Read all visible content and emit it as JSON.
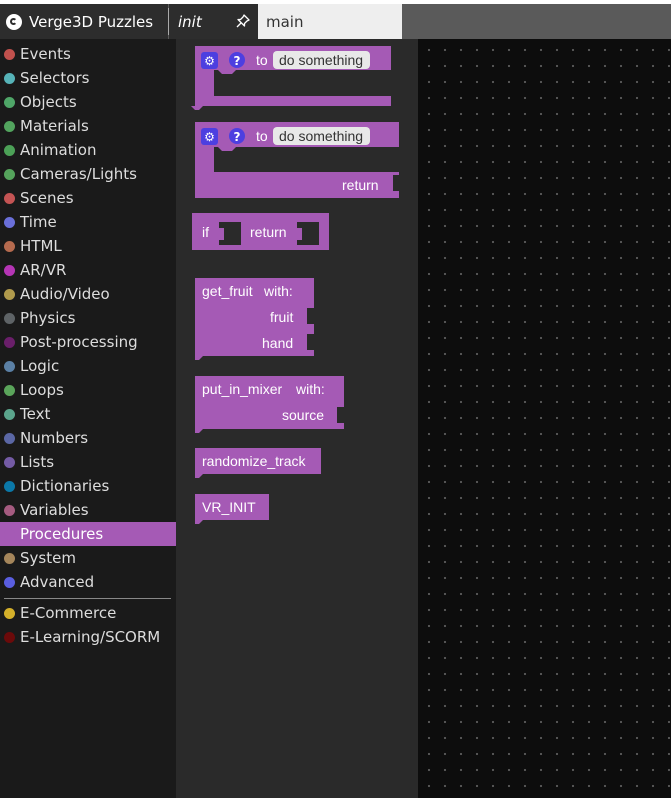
{
  "app": {
    "title": "Verge3D Puzzles"
  },
  "tabs": [
    {
      "label": "init"
    },
    {
      "label": "main"
    }
  ],
  "categories": [
    {
      "label": "Events",
      "color": "#c1514d"
    },
    {
      "label": "Selectors",
      "color": "#56b3b8"
    },
    {
      "label": "Objects",
      "color": "#4fa668"
    },
    {
      "label": "Materials",
      "color": "#52a45e"
    },
    {
      "label": "Animation",
      "color": "#4ca157"
    },
    {
      "label": "Cameras/Lights",
      "color": "#55a45c"
    },
    {
      "label": "Scenes",
      "color": "#c45454"
    },
    {
      "label": "Time",
      "color": "#6a6fd9"
    },
    {
      "label": "HTML",
      "color": "#b56a4e"
    },
    {
      "label": "AR/VR",
      "color": "#b535b5"
    },
    {
      "label": "Audio/Video",
      "color": "#b09a4c"
    },
    {
      "label": "Physics",
      "color": "#5e6366"
    },
    {
      "label": "Post-processing",
      "color": "#6a1f6a"
    },
    {
      "label": "Logic",
      "color": "#5b80a5"
    },
    {
      "label": "Loops",
      "color": "#5ba55b"
    },
    {
      "label": "Text",
      "color": "#5ba58c"
    },
    {
      "label": "Numbers",
      "color": "#5b67a5"
    },
    {
      "label": "Lists",
      "color": "#745ba5"
    },
    {
      "label": "Dictionaries",
      "color": "#0b78a8"
    },
    {
      "label": "Variables",
      "color": "#a55b80"
    },
    {
      "label": "Procedures",
      "color": "#a55ab5",
      "selected": true
    },
    {
      "label": "System",
      "color": "#a5865b"
    },
    {
      "label": "Advanced",
      "color": "#5a5ee0"
    }
  ],
  "extra_categories": [
    {
      "label": "E-Commerce",
      "color": "#d4b02a"
    },
    {
      "label": "E-Learning/SCORM",
      "color": "#6b0a0a"
    }
  ],
  "blocks": {
    "color": "#a55ab5",
    "proc_noreturn": {
      "to_label": "to",
      "name": "do something"
    },
    "proc_return": {
      "to_label": "to",
      "name": "do something",
      "return_label": "return"
    },
    "if_return": {
      "if_label": "if",
      "return_label": "return"
    },
    "get_fruit": {
      "name": "get_fruit",
      "with_label": "with:",
      "params": [
        "fruit",
        "hand"
      ]
    },
    "put_in_mixer": {
      "name": "put_in_mixer",
      "with_label": "with:",
      "params": [
        "source"
      ]
    },
    "randomize_track": {
      "name": "randomize_track"
    },
    "vr_init": {
      "name": "VR_INIT"
    }
  }
}
